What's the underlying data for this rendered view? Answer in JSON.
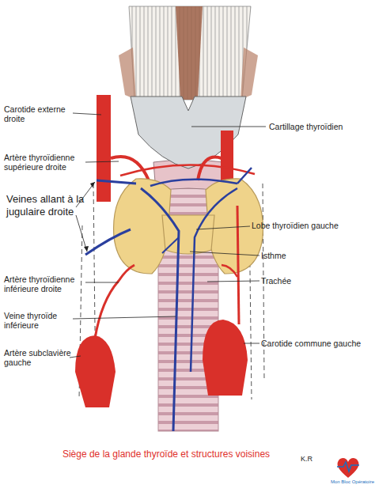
{
  "diagram": {
    "caption": "Siège de la glande thyroïde et structures voisines",
    "labels": [
      "Carotide externe droite",
      "Artère thyroïdienne supérieure droite",
      "Veines allant à la jugulaire droite",
      "Artère thyroïdienne inférieure droite",
      "Veine thyroïde inférieure",
      "Artère subclavière gauche",
      "Cartillage thyroïdien",
      "Lobe thyroïdien gauche",
      "Isthme",
      "Trachée",
      "Carotide commune gauche",
      "K.R",
      "Mon Bloc Opératoire"
    ]
  }
}
